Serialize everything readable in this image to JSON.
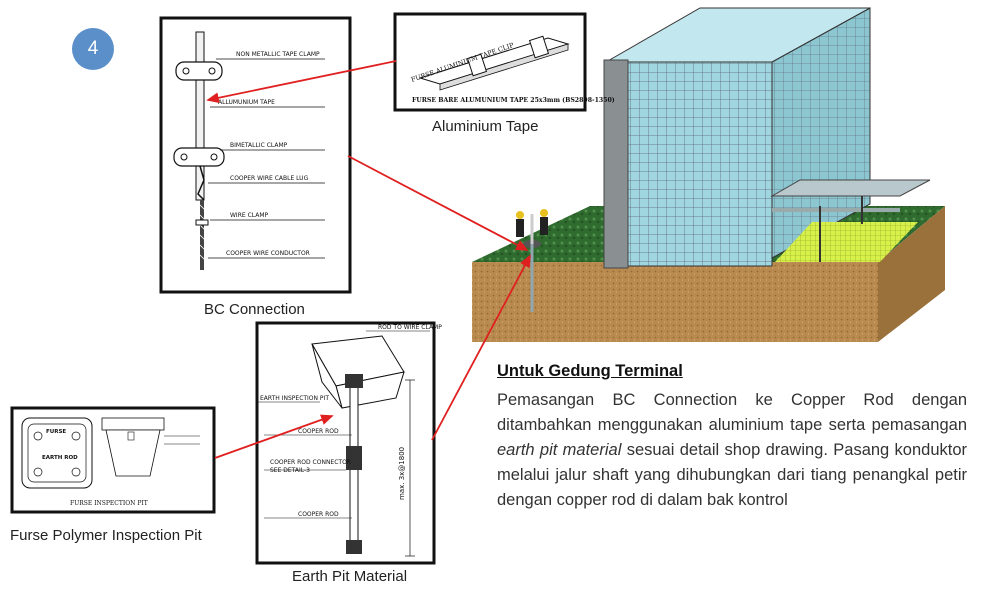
{
  "badge": "4",
  "bc_connection": {
    "caption": "BC Connection",
    "labels": [
      "NON METALLIC TAPE CLAMP",
      "ALLUMUNIUM TAPE",
      "BIMETALLIC CLAMP",
      "COOPER WIRE CABLE LUG",
      "WIRE CLAMP",
      "COOPER WIRE CONDUCTOR"
    ]
  },
  "aluminium_tape": {
    "caption": "Aluminium Tape",
    "clip_label": "FURSE ALUMINIUM TAPE CLIP",
    "tape_label": "FURSE BARE ALUMUNIUM TAPE 25x3mm (BS2898-1350)"
  },
  "earth_pit": {
    "caption": "Earth Pit Material",
    "labels": [
      "ROD TO WIRE CLAMP",
      "EARTH INSPECTION PIT",
      "COOPER ROD",
      "COOPER ROD CONNECTOR",
      "SEE DETAIL-3",
      "COOPER ROD"
    ],
    "dimension": "max. 3x@1800"
  },
  "inspection_pit": {
    "caption": "Furse Polymer Inspection Pit",
    "lid_label_top": "FURSE",
    "lid_label_bottom": "EARTH ROD",
    "drawing_title": "FURSE INSPECTION PIT"
  },
  "description": {
    "title": "Untuk Gedung Terminal",
    "part1": "Pemasangan BC Connection ke Copper Rod dengan ditambahkan menggunakan aluminium tape serta pemasangan ",
    "italic": "earth pit material",
    "part2": " sesuai detail shop drawing. Pasang konduktor melalui jalur shaft yang dihubungkan dari tiang penangkal petir dengan copper rod di dalam bak kontrol"
  },
  "colors": {
    "arrow": "#e02020",
    "badge": "#5b8fc9",
    "glass": "#9fd6df",
    "soil": "#b98a4f",
    "grass": "#2f6b2f",
    "lime": "#d7f14a"
  }
}
